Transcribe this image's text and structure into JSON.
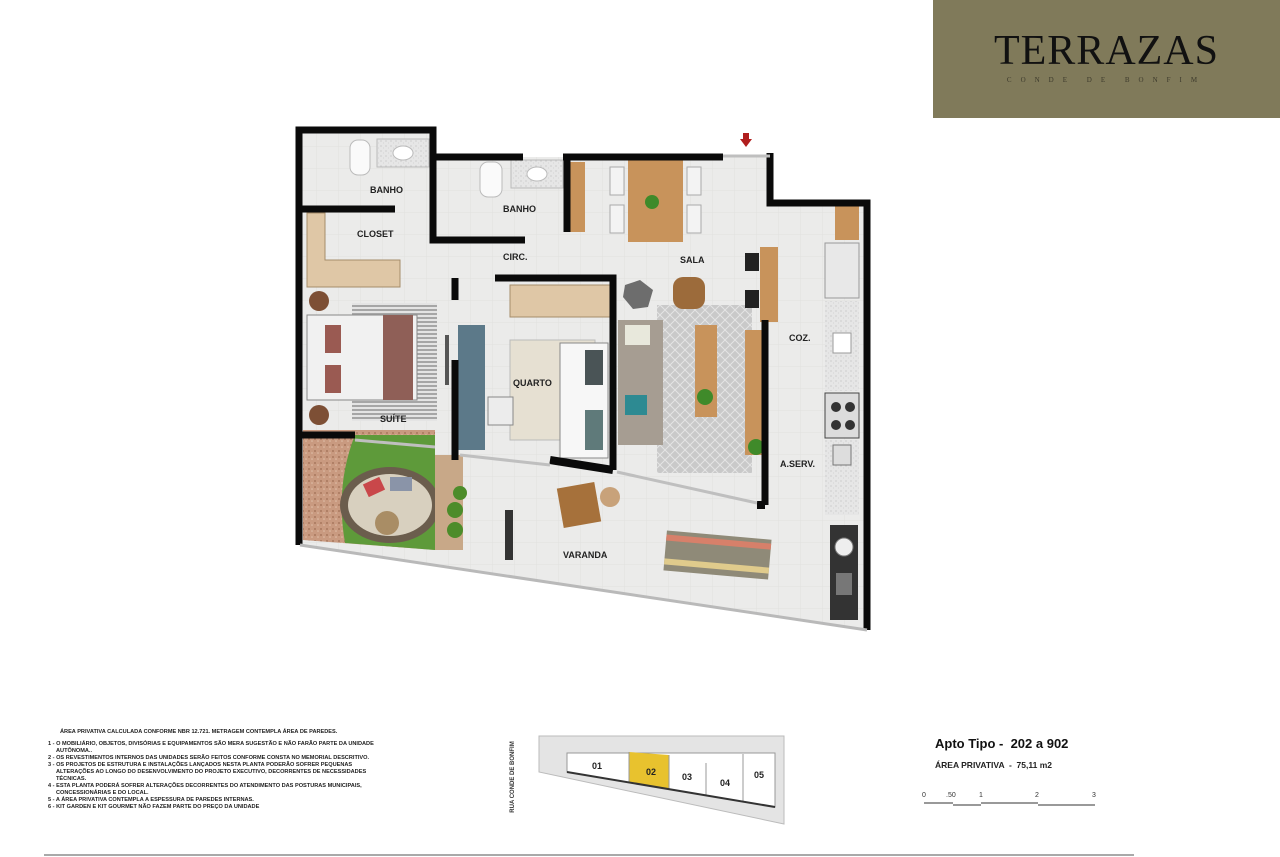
{
  "brand": {
    "title": "TERRAZAS",
    "subtitle": "CONDE DE BONFIM",
    "background": "#807a5a"
  },
  "floorplan": {
    "rooms": [
      {
        "id": "banho-suite",
        "label": "BANHO"
      },
      {
        "id": "banho-social",
        "label": "BANHO"
      },
      {
        "id": "closet",
        "label": "CLOSET"
      },
      {
        "id": "circ",
        "label": "CIRC."
      },
      {
        "id": "sala",
        "label": "SALA"
      },
      {
        "id": "suite",
        "label": "SUÍTE"
      },
      {
        "id": "quarto",
        "label": "QUARTO"
      },
      {
        "id": "coz",
        "label": "COZ."
      },
      {
        "id": "aserv",
        "label": "A.SERV."
      },
      {
        "id": "varanda",
        "label": "VARANDA"
      }
    ],
    "entry_marker": "entry-arrow",
    "entry_color": "#b01e1e"
  },
  "notes": {
    "header": "ÁREA PRIVATIVA CALCULADA CONFORME NBR 12.721. METRAGEM CONTEMPLA ÁREA DE PAREDES.",
    "items": [
      "1 - O MOBILIÁRIO, OBJETOS, DIVISÓRIAS E EQUIPAMENTOS SÃO MERA SUGESTÃO E NÃO FARÃO PARTE DA UNIDADE AUTÔNOMA..",
      "2 - OS REVESTIMENTOS INTERNOS DAS UNIDADES SERÃO FEITOS CONFORME CONSTA NO MEMORIAL DESCRITIVO.",
      "3 - OS PROJETOS DE ESTRUTURA E INSTALAÇÕES LANÇADOS NESTA PLANTA PODERÃO SOFRER PEQUENAS ALTERAÇÕES AO LONGO DO DESENVOLVIMENTO DO PROJETO EXECUTIVO, DECORRENTES DE NECESSIDADES TÉCNICAS.",
      "4 - ESTA PLANTA PODERÁ SOFRER ALTERAÇÕES DECORRENTES DO ATENDIMENTO DAS POSTURAS MUNICIPAIS, CONCESSIONÁRIAS E DO LOCAL.",
      "5 - A ÁREA PRIVATIVA CONTEMPLA A ESPESSURA DE PAREDES INTERNAS.",
      "6 - KIT GARDEN E KIT GOURMET NÃO FAZEM PARTE DO PREÇO DA UNIDADE"
    ]
  },
  "keyplan": {
    "street_label": "RUA CONDE DE BONFIM",
    "units": [
      "01",
      "02",
      "03",
      "04",
      "05"
    ],
    "highlighted_unit": "02",
    "highlight_color": "#e8c22e"
  },
  "info": {
    "apto_title": "Apto Tipo -  202 a 902",
    "area_label": "ÁREA PRIVATIVA  -  75,11 m2"
  },
  "scale": {
    "ticks": [
      "0",
      ".50",
      "1",
      "2",
      "3"
    ]
  }
}
